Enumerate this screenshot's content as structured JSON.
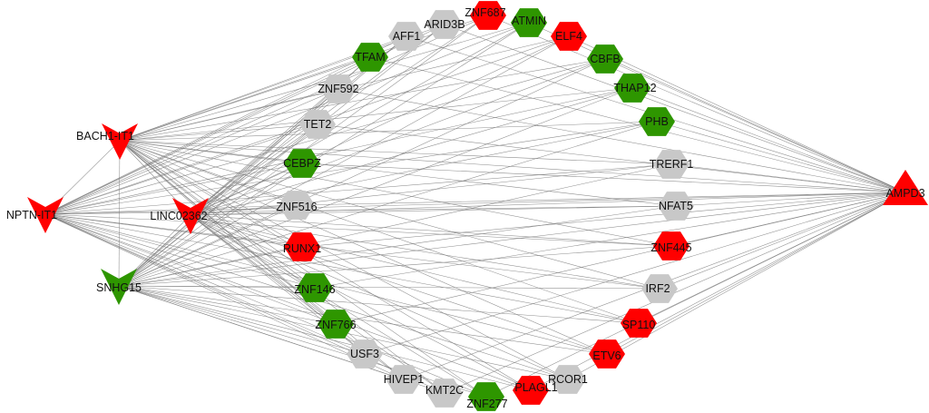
{
  "colors": {
    "up": "#ff0000",
    "down": "#2e9600",
    "neutral": "#c8c8c8",
    "edge": "#7a7a7a"
  },
  "lncrnas": [
    {
      "id": "BACH1-IT1",
      "label": "BACH1-IT1",
      "status": "up"
    },
    {
      "id": "NPTN-IT1",
      "label": "NPTN-IT1",
      "status": "up"
    },
    {
      "id": "LINC02362",
      "label": "LINC02362",
      "status": "up"
    },
    {
      "id": "SNHG15",
      "label": "SNHG15",
      "status": "down"
    }
  ],
  "target": {
    "id": "AMPD3",
    "label": "AMPD3",
    "status": "up"
  },
  "tfs": [
    {
      "id": "ZNF687",
      "label": "ZNF687",
      "status": "up"
    },
    {
      "id": "ARID3B",
      "label": "ARID3B",
      "status": "neutral"
    },
    {
      "id": "ATMIN",
      "label": "ATMIN",
      "status": "down"
    },
    {
      "id": "AFF1",
      "label": "AFF1",
      "status": "neutral"
    },
    {
      "id": "ELF4",
      "label": "ELF4",
      "status": "up"
    },
    {
      "id": "TFAM",
      "label": "TFAM",
      "status": "down"
    },
    {
      "id": "CBFB",
      "label": "CBFB",
      "status": "down"
    },
    {
      "id": "ZNF592",
      "label": "ZNF592",
      "status": "neutral"
    },
    {
      "id": "THAP12",
      "label": "THAP12",
      "status": "down"
    },
    {
      "id": "TET2",
      "label": "TET2",
      "status": "neutral"
    },
    {
      "id": "PHB",
      "label": "PHB",
      "status": "down"
    },
    {
      "id": "CEBPZ",
      "label": "CEBPZ",
      "status": "down"
    },
    {
      "id": "TRERF1",
      "label": "TRERF1",
      "status": "neutral"
    },
    {
      "id": "ZNF516",
      "label": "ZNF516",
      "status": "neutral"
    },
    {
      "id": "NFAT5",
      "label": "NFAT5",
      "status": "neutral"
    },
    {
      "id": "RUNX1",
      "label": "RUNX1",
      "status": "up"
    },
    {
      "id": "ZNF445",
      "label": "ZNF445",
      "status": "up"
    },
    {
      "id": "ZNF146",
      "label": "ZNF146",
      "status": "down"
    },
    {
      "id": "IRF2",
      "label": "IRF2",
      "status": "neutral"
    },
    {
      "id": "ZNF766",
      "label": "ZNF766",
      "status": "down"
    },
    {
      "id": "SP110",
      "label": "SP110",
      "status": "up"
    },
    {
      "id": "USF3",
      "label": "USF3",
      "status": "neutral"
    },
    {
      "id": "ETV6",
      "label": "ETV6",
      "status": "up"
    },
    {
      "id": "HIVEP1",
      "label": "HIVEP1",
      "status": "neutral"
    },
    {
      "id": "RCOR1",
      "label": "RCOR1",
      "status": "neutral"
    },
    {
      "id": "KMT2C",
      "label": "KMT2C",
      "status": "neutral"
    },
    {
      "id": "PLAGL1",
      "label": "PLAGL1",
      "status": "up"
    },
    {
      "id": "ZNF277",
      "label": "ZNF277",
      "status": "down"
    }
  ],
  "edges": [
    [
      "NPTN-IT1",
      "BACH1-IT1"
    ],
    [
      "LINC02362",
      "BACH1-IT1"
    ],
    [
      "SNHG15",
      "BACH1-IT1"
    ],
    [
      "SNHG15",
      "LINC02362"
    ]
  ]
}
